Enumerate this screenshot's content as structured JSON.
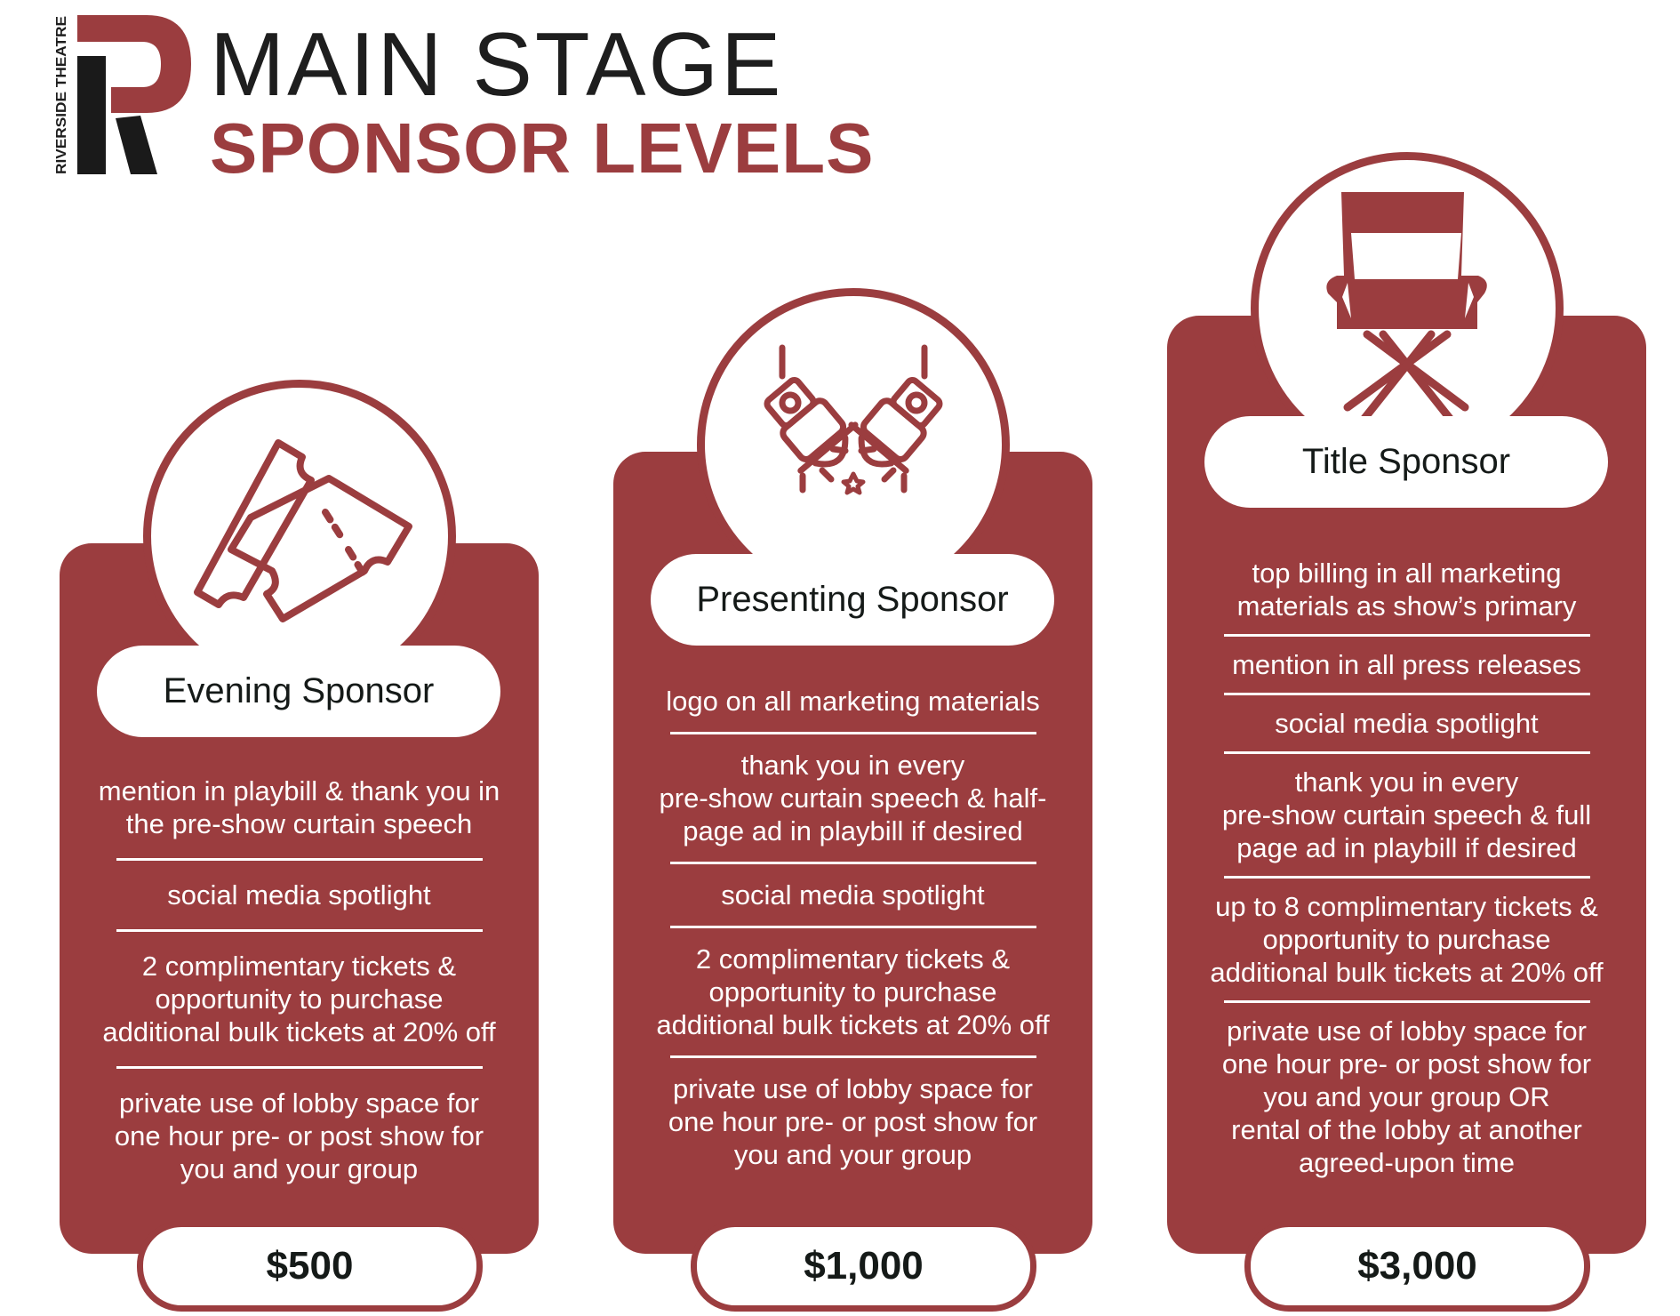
{
  "header": {
    "logo_text": "RIVERSIDE THEATRE",
    "title_line1": "MAIN STAGE",
    "title_line2": "SPONSOR LEVELS"
  },
  "colors": {
    "brand": "#9b3d3f",
    "text": "#1e1e1e",
    "background": "#ffffff"
  },
  "tiers": [
    {
      "name": "Evening Sponsor",
      "icon": "tickets-icon",
      "price": "$500",
      "benefits": [
        [
          "mention in playbill & thank you in",
          "the pre-show curtain speech"
        ],
        [
          "social media spotlight"
        ],
        [
          "2 complimentary tickets &",
          "opportunity to purchase",
          "additional bulk tickets at 20% off"
        ],
        [
          "private use of lobby space for",
          "one hour pre- or post show for",
          "you and your group"
        ]
      ]
    },
    {
      "name": "Presenting Sponsor",
      "icon": "spotlights-icon",
      "price": "$1,000",
      "benefits": [
        [
          "logo on all marketing materials"
        ],
        [
          "thank you in every",
          "pre-show curtain speech & half-",
          "page ad in playbill if desired"
        ],
        [
          "social media spotlight"
        ],
        [
          "2 complimentary tickets &",
          "opportunity to purchase",
          "additional bulk tickets at 20% off"
        ],
        [
          "private use of lobby space for",
          "one hour pre- or post show for",
          "you and your group"
        ]
      ]
    },
    {
      "name": "Title Sponsor",
      "icon": "directors-chair-icon",
      "price": "$3,000",
      "benefits": [
        [
          "top billing in all marketing",
          "materials as show’s primary"
        ],
        [
          "mention in all press releases"
        ],
        [
          "social media spotlight"
        ],
        [
          "thank you in every",
          "pre-show curtain speech & full",
          "page ad in playbill if desired"
        ],
        [
          "up to 8 complimentary tickets &",
          "opportunity to purchase",
          "additional bulk tickets at 20% off"
        ],
        [
          "private use of lobby space for",
          "one hour pre- or post show for",
          "you and your group OR",
          "rental of the lobby at another",
          "agreed-upon time"
        ]
      ]
    }
  ]
}
